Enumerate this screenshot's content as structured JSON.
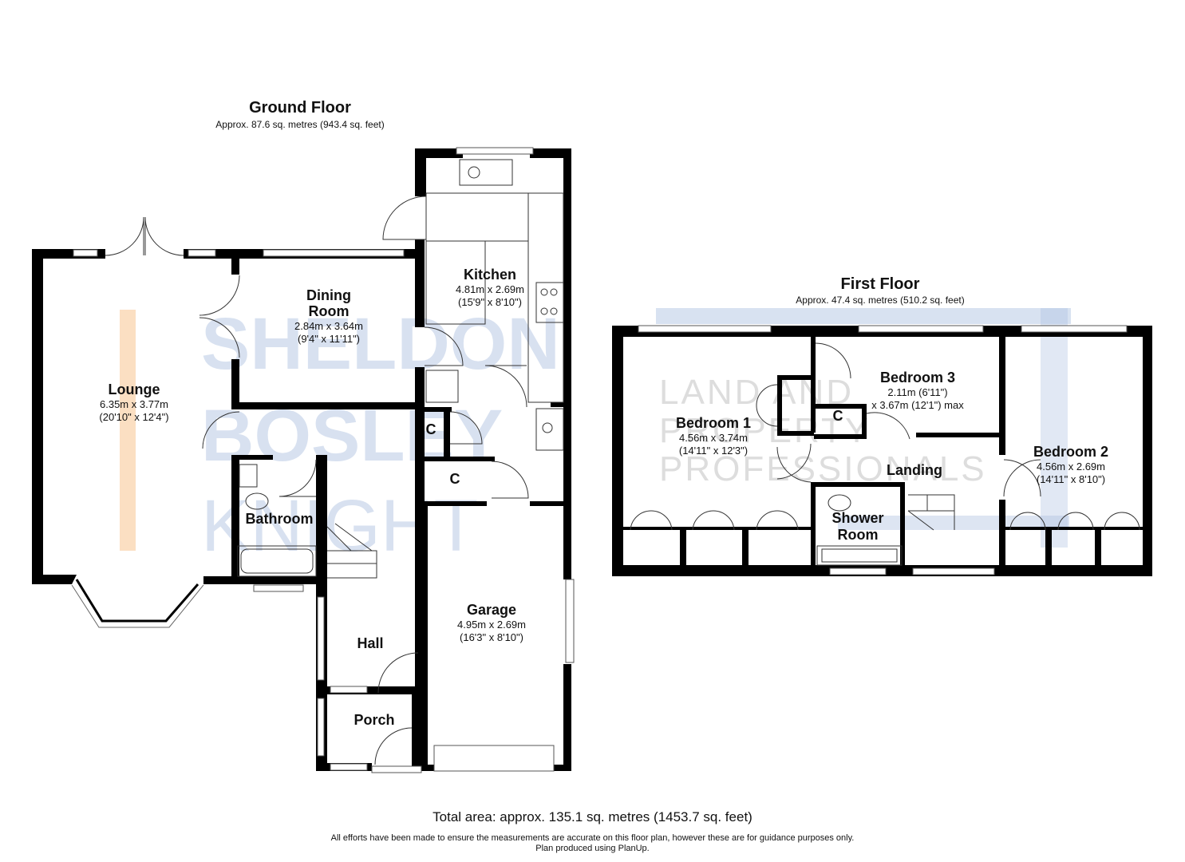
{
  "brand": {
    "name_lines": [
      "SHELDON",
      "BOSLEY",
      "KNIGHT"
    ],
    "tagline_lines": [
      "LAND AND",
      "PROPERTY",
      "PROFESSIONALS"
    ],
    "colors": {
      "blue": "#a9bedf",
      "orange": "#f8c99a",
      "grey": "#b5b5b5"
    }
  },
  "ground_floor": {
    "title": "Ground Floor",
    "area": "Approx. 87.6 sq. metres (943.4 sq. feet)",
    "rooms": [
      {
        "name": "Kitchen",
        "dim_m": "4.81m x 2.69m",
        "dim_ft": "(15'9\" x 8'10\")"
      },
      {
        "name_lines": [
          "Dining",
          "Room"
        ],
        "dim_m": "2.84m x 3.64m",
        "dim_ft": "(9'4\" x 11'11\")"
      },
      {
        "name": "Lounge",
        "dim_m": "6.35m x 3.77m",
        "dim_ft": "(20'10\" x 12'4\")"
      },
      {
        "name": "Bathroom"
      },
      {
        "name": "Garage",
        "dim_m": "4.95m x 2.69m",
        "dim_ft": "(16'3\" x 8'10\")"
      },
      {
        "name": "Hall"
      },
      {
        "name": "Porch"
      }
    ],
    "cupboards": [
      "C",
      "C"
    ]
  },
  "first_floor": {
    "title": "First Floor",
    "area": "Approx. 47.4 sq. metres (510.2 sq. feet)",
    "rooms": [
      {
        "name": "Bedroom 1",
        "dim_m": "4.56m x 3.74m",
        "dim_ft": "(14'11\" x 12'3\")"
      },
      {
        "name": "Bedroom 3",
        "dim_m": "2.11m (6'11\")",
        "dim_ft": "x 3.67m (12'1\") max"
      },
      {
        "name": "Bedroom 2",
        "dim_m": "4.56m x 2.69m",
        "dim_ft": "(14'11\" x 8'10\")"
      },
      {
        "name": "Landing"
      },
      {
        "name_lines": [
          "Shower",
          "Room"
        ]
      }
    ],
    "cupboards": [
      "C"
    ]
  },
  "footer": {
    "total": "Total area: approx. 135.1 sq. metres (1453.7 sq. feet)",
    "disclaimer_line1": "All efforts have been made to ensure the measurements are accurate on this floor plan, however these are for guidance purposes only.",
    "disclaimer_line2": "Plan produced using PlanUp."
  }
}
